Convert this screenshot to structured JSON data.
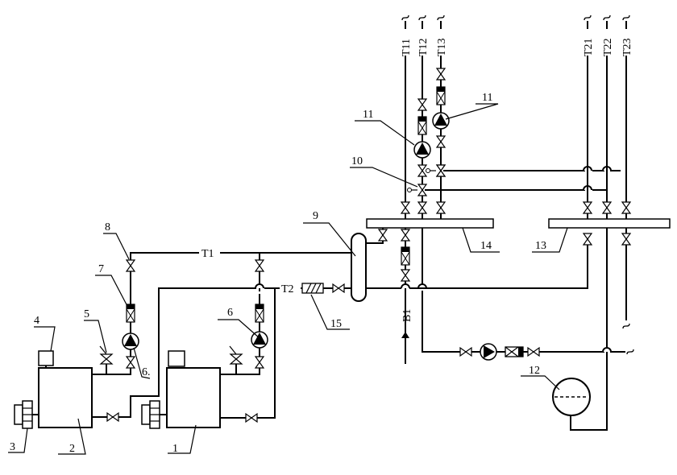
{
  "callouts": [
    "1",
    "2",
    "3",
    "4",
    "5",
    "6",
    "6.",
    "7",
    "8",
    "9",
    "10",
    "11",
    "11",
    "12",
    "13",
    "14",
    "15"
  ],
  "pipe_labels": {
    "t1": "T1",
    "t2": "T2",
    "b1": "B1",
    "t11": "T11",
    "t12": "T12",
    "t13": "T13",
    "t21": "T21",
    "t22": "T22",
    "t23": "T23"
  }
}
